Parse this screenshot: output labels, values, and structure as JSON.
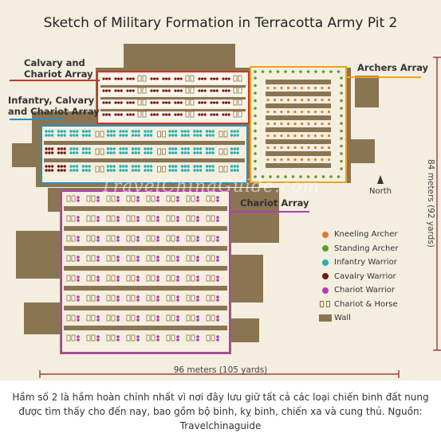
{
  "figure": {
    "title": "Sketch of Military Formation in Terracotta Army Pit 2",
    "labels": {
      "cavalry_chariot": [
        "Calvary and",
        "Chariot Array"
      ],
      "infantry_cavalry_chariot": [
        "Infantry, Calvary",
        "and Chariot Array"
      ],
      "archers": "Archers Array",
      "chariot": "Chariot Array"
    },
    "north_label": "North",
    "width_measure": "96 meters (105 yards)",
    "height_measure": "84 meters (92 yards)",
    "watermark": "TravelChinaGuide.com",
    "legend": [
      {
        "label": "Kneeling Archer",
        "color": "#e07a2a",
        "icon": "orange-dot"
      },
      {
        "label": "Standing Archer",
        "color": "#5a9e2a",
        "icon": "green-dot"
      },
      {
        "label": "Infantry Warrior",
        "color": "#22b0b0",
        "icon": "teal-dot"
      },
      {
        "label": "Cavalry Warrior",
        "color": "#7a1414",
        "icon": "dark-red-dot"
      },
      {
        "label": "Chariot Warrior",
        "color": "#b63ab6",
        "icon": "purple-dot"
      },
      {
        "label": "Chariot & Horse",
        "color": "#8a6a2a",
        "icon": "chariot-icon"
      },
      {
        "label": "Wall",
        "color": "#8a7553",
        "icon": "wall-swatch"
      }
    ],
    "colors": {
      "wall": "#8a7553",
      "cavalry_border": "#c0392b",
      "infantry_border": "#2a8fbd",
      "archer_border": "#f0a020",
      "chariot_border": "#b63ab6"
    }
  },
  "caption": [
    "Hầm số 2 là hầm hoàn chỉnh nhất vì nơi đây lưu giữ tất cả các loại chiến binh đất nung",
    "được tìm thấy cho đến nay, bao gồm bộ binh, kỵ binh, chiến xa và cung thủ. Nguồn:",
    "Travelchinaguide"
  ]
}
